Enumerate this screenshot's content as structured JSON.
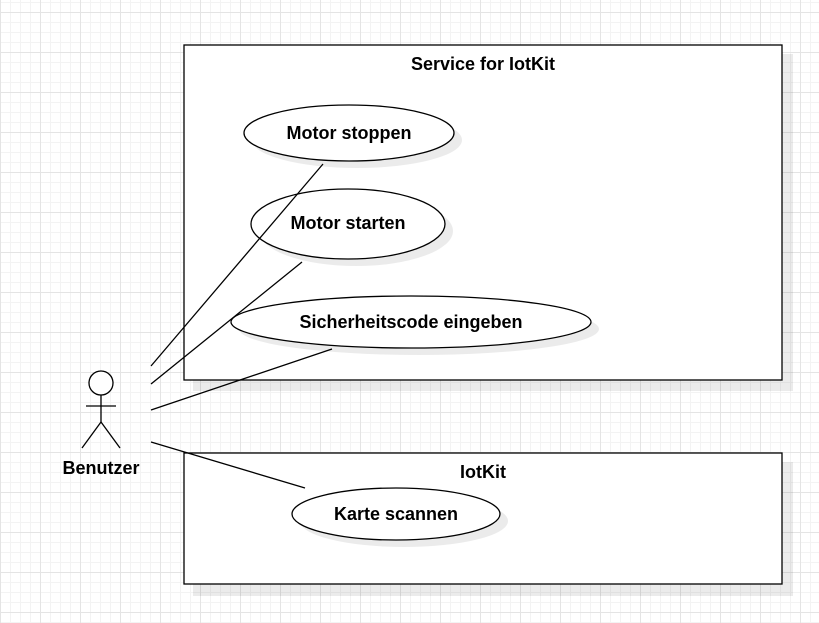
{
  "systems": [
    {
      "title": "Service for IotKit"
    },
    {
      "title": "IotKit"
    }
  ],
  "use_cases": [
    {
      "label": "Motor stoppen"
    },
    {
      "label": "Motor starten"
    },
    {
      "label": "Sicherheitscode eingeben"
    },
    {
      "label": "Karte scannen"
    }
  ],
  "actor": {
    "label": "Benutzer"
  }
}
